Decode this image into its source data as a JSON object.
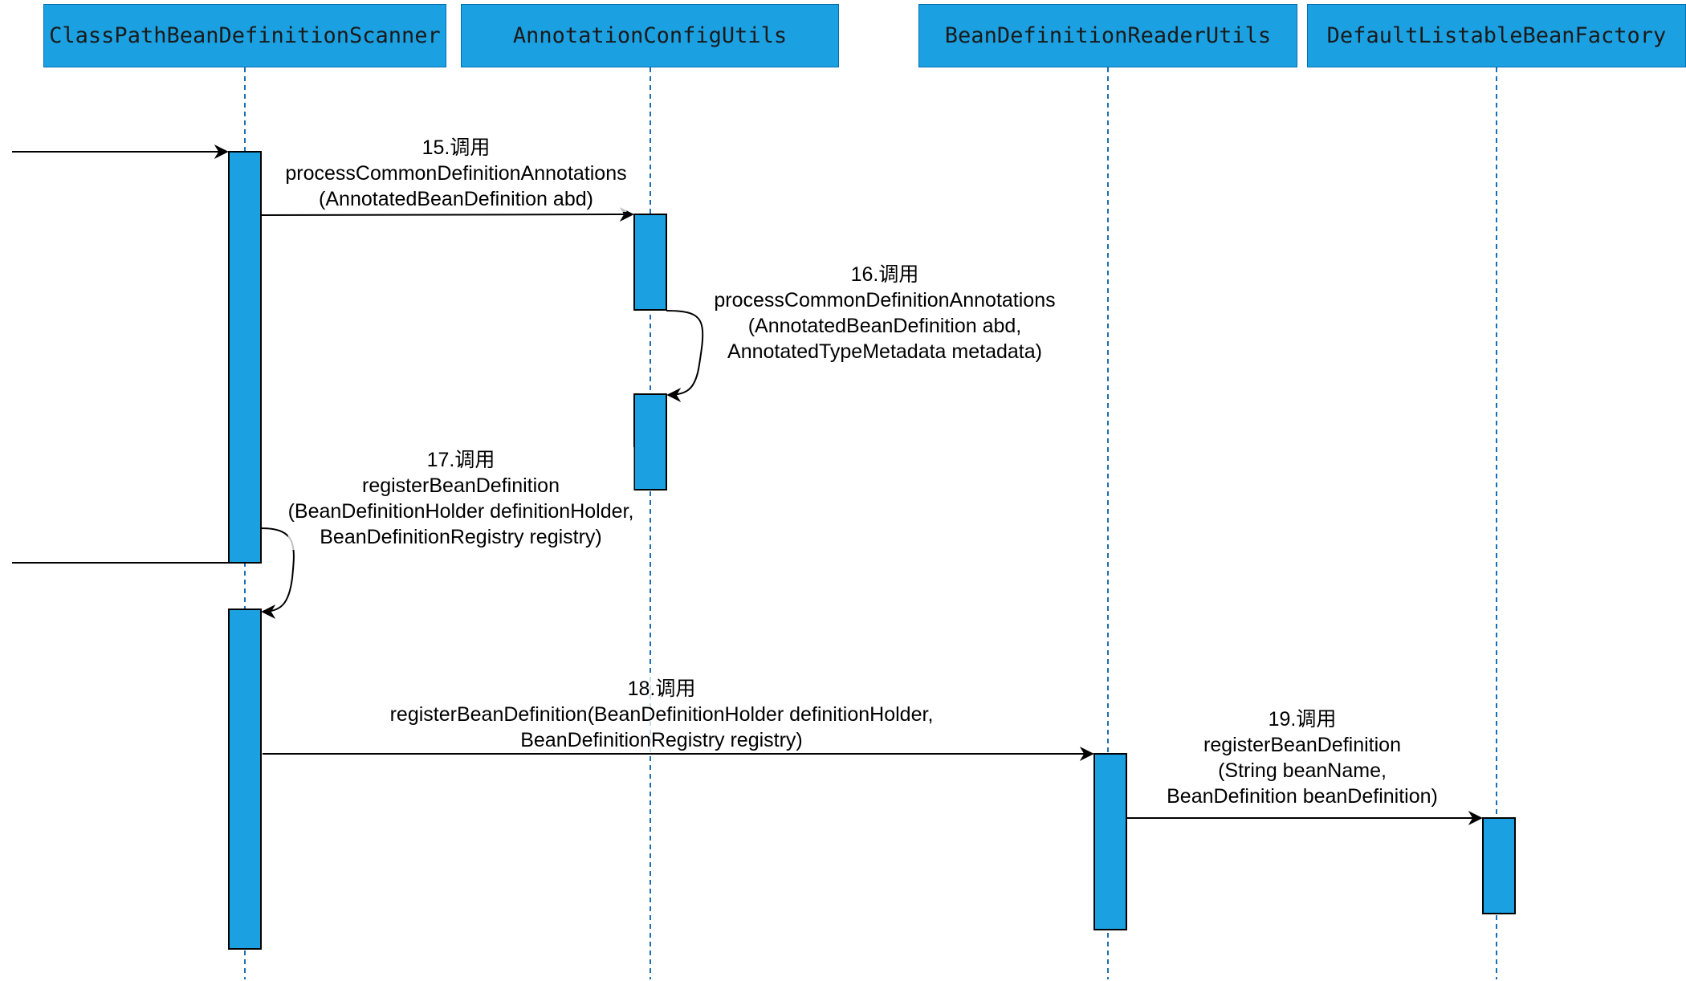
{
  "participants": [
    {
      "id": "p1",
      "name": "ClassPathBeanDefinitionScanner"
    },
    {
      "id": "p2",
      "name": "AnnotationConfigUtils"
    },
    {
      "id": "p3",
      "name": "BeanDefinitionReaderUtils"
    },
    {
      "id": "p4",
      "name": "DefaultListableBeanFactory"
    }
  ],
  "messages": [
    {
      "step": "15.调用",
      "lines": [
        "processCommonDefinitionAnnotations",
        "(AnnotatedBeanDefinition abd)"
      ]
    },
    {
      "step": "16.调用",
      "lines": [
        "processCommonDefinitionAnnotations",
        "(AnnotatedBeanDefinition abd,",
        "AnnotatedTypeMetadata metadata)"
      ]
    },
    {
      "step": "17.调用",
      "lines": [
        "registerBeanDefinition",
        "(BeanDefinitionHolder definitionHolder,",
        "BeanDefinitionRegistry registry)"
      ]
    },
    {
      "step": "18.调用",
      "lines": [
        "registerBeanDefinition(BeanDefinitionHolder definitionHolder,",
        "BeanDefinitionRegistry registry)"
      ]
    },
    {
      "step": "19.调用",
      "lines": [
        "registerBeanDefinition",
        "(String beanName,",
        "BeanDefinition beanDefinition)"
      ]
    }
  ],
  "colors": {
    "participant_fill": "#1ba1e2",
    "participant_border": "#006eaf",
    "activation_fill": "#1ba1e2",
    "lifeline": "#1b6fb0",
    "arrow": "#000000"
  }
}
